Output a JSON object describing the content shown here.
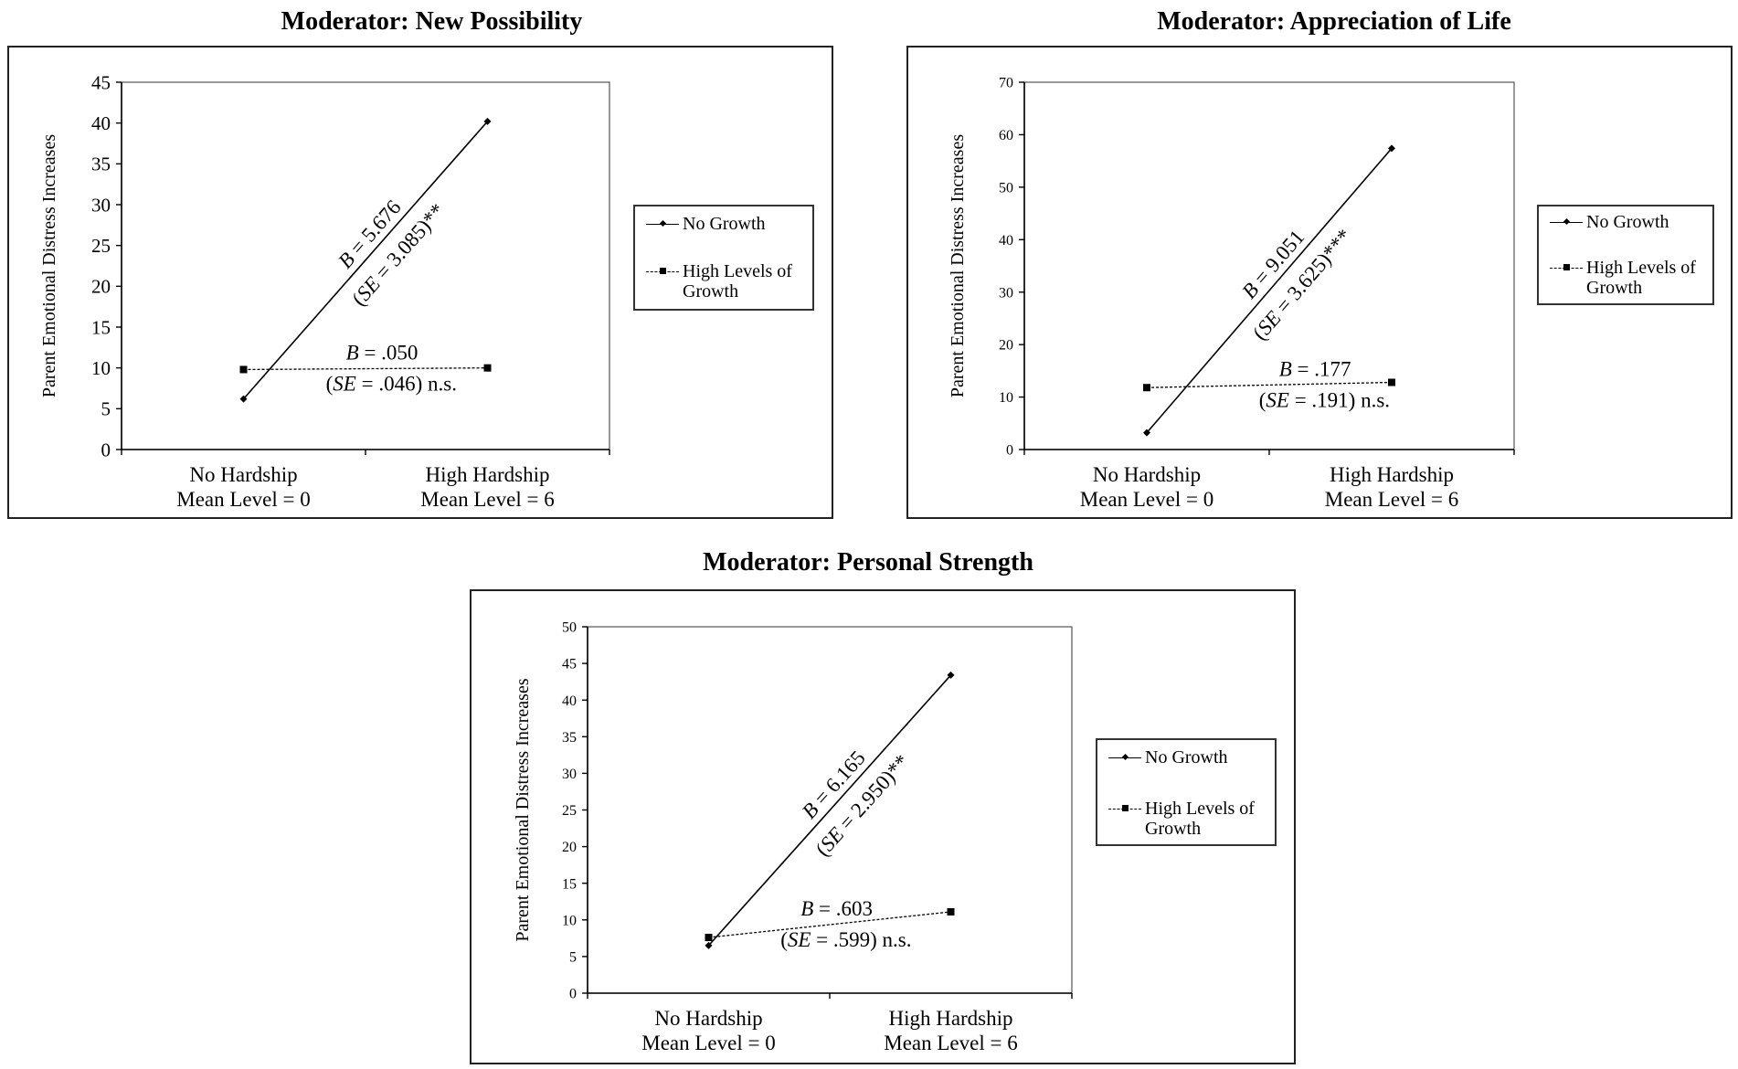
{
  "chart_data": [
    {
      "type": "line",
      "title": "Moderator: New Possibility",
      "ylabel": "Parent Emotional Distress Increases",
      "ylim": [
        0,
        45
      ],
      "yticks": [
        0,
        5,
        10,
        15,
        20,
        25,
        30,
        35,
        40,
        45
      ],
      "categories": [
        [
          "No Hardship",
          "Mean Level = 0"
        ],
        [
          "High Hardship",
          "Mean Level = 6"
        ]
      ],
      "series": [
        {
          "name": "No Growth",
          "style": "solid",
          "marker": "diamond",
          "values": [
            6.2,
            40.2
          ]
        },
        {
          "name": "High Levels of Growth",
          "style": "dotted",
          "marker": "square",
          "values": [
            9.8,
            10.0
          ]
        }
      ],
      "legend": {
        "position": "right",
        "entries": [
          "No Growth",
          "High Levels of Growth"
        ]
      },
      "annotations": [
        {
          "series": 0,
          "line1": "B = 5.676",
          "line2": "(SE = 3.085)**"
        },
        {
          "series": 1,
          "line1": "B = .050",
          "line2": "(SE = .046) n.s."
        }
      ]
    },
    {
      "type": "line",
      "title": "Moderator: Appreciation of Life",
      "ylabel": "Parent Emotional Distress Increases",
      "ylim": [
        0,
        70
      ],
      "yticks": [
        0,
        10,
        20,
        30,
        40,
        50,
        60,
        70
      ],
      "categories": [
        [
          "No Hardship",
          "Mean Level = 0"
        ],
        [
          "High Hardship",
          "Mean Level = 6"
        ]
      ],
      "series": [
        {
          "name": "No Growth",
          "style": "solid",
          "marker": "diamond",
          "values": [
            3.2,
            57.4
          ]
        },
        {
          "name": "High Levels of Growth",
          "style": "dotted",
          "marker": "square",
          "values": [
            11.8,
            12.8
          ]
        }
      ],
      "legend": {
        "position": "right",
        "entries": [
          "No Growth",
          "High Levels of Growth"
        ]
      },
      "annotations": [
        {
          "series": 0,
          "line1": "B = 9.051",
          "line2": "(SE = 3.625)***"
        },
        {
          "series": 1,
          "line1": "B = .177",
          "line2": "(SE = .191) n.s."
        }
      ]
    },
    {
      "type": "line",
      "title": "Moderator: Personal Strength",
      "ylabel": "Parent Emotional Distress Increases",
      "ylim": [
        0,
        50
      ],
      "yticks": [
        0,
        5,
        10,
        15,
        20,
        25,
        30,
        35,
        40,
        45,
        50
      ],
      "categories": [
        [
          "No Hardship",
          "Mean Level = 0"
        ],
        [
          "High Hardship",
          "Mean Level = 6"
        ]
      ],
      "series": [
        {
          "name": "No Growth",
          "style": "solid",
          "marker": "diamond",
          "values": [
            6.5,
            43.4
          ]
        },
        {
          "name": "High Levels of Growth",
          "style": "dotted",
          "marker": "square",
          "values": [
            7.6,
            11.1
          ]
        }
      ],
      "legend": {
        "position": "right",
        "entries": [
          "No Growth",
          "High Levels of Growth"
        ]
      },
      "annotations": [
        {
          "series": 0,
          "line1": "B = 6.165",
          "line2": "(SE = 2.950)**"
        },
        {
          "series": 1,
          "line1": "B = .603",
          "line2": "(SE = .599) n.s."
        }
      ]
    }
  ]
}
